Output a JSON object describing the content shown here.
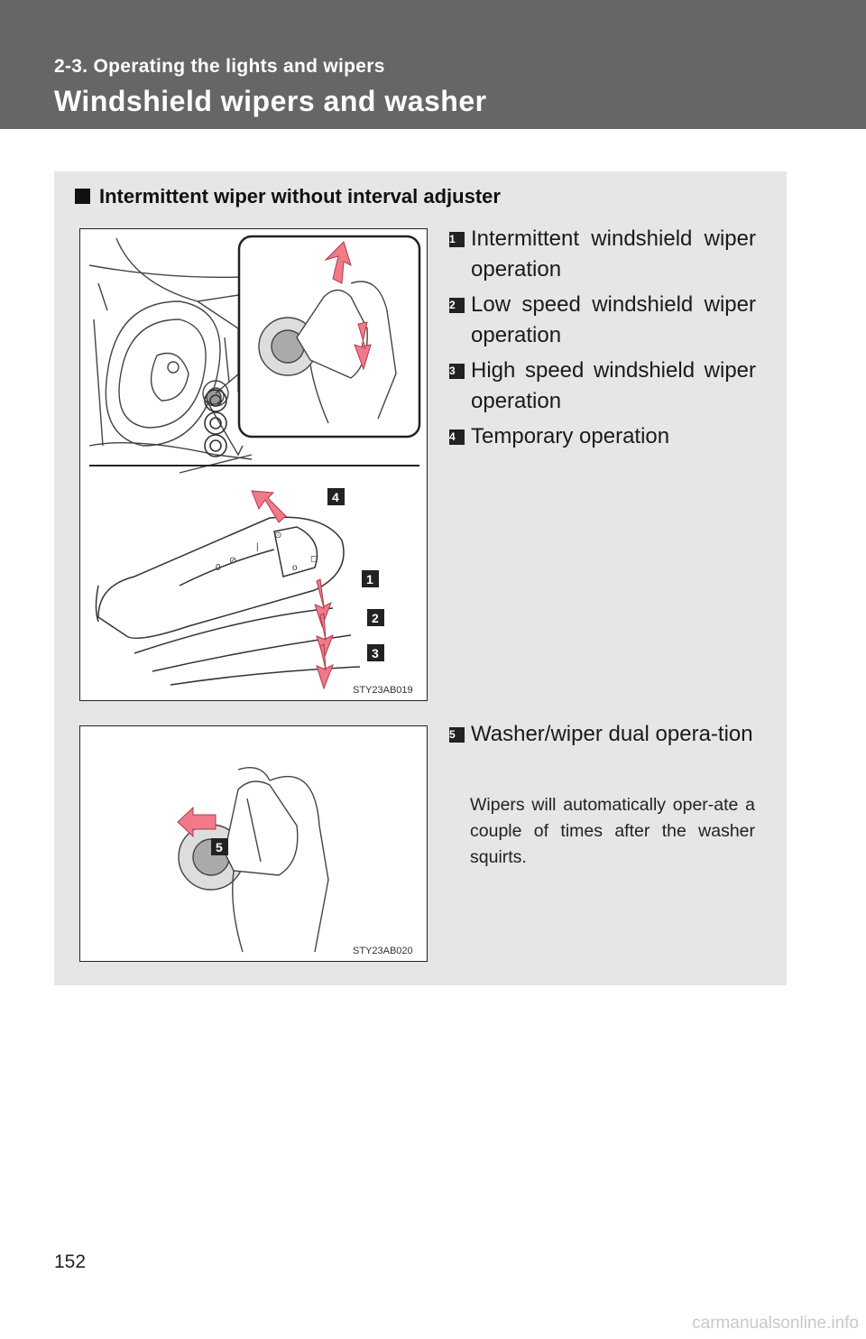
{
  "header": {
    "section": "2-3. Operating the lights and wipers",
    "title": "Windshield wipers and washer"
  },
  "subheading": "Intermittent wiper without interval adjuster",
  "figure1": {
    "code": "STY23AB019",
    "callouts": [
      "4",
      "1",
      "2",
      "3"
    ]
  },
  "items": [
    {
      "num": "1",
      "text": "Intermittent windshield wiper operation"
    },
    {
      "num": "2",
      "text": "Low speed windshield wiper operation"
    },
    {
      "num": "3",
      "text": "High speed windshield wiper operation"
    },
    {
      "num": "4",
      "text": "Temporary operation"
    }
  ],
  "figure2": {
    "code": "STY23AB020",
    "callouts": [
      "5"
    ]
  },
  "item5": {
    "num": "5",
    "text": "Washer/wiper dual opera-tion"
  },
  "note": "Wipers will automatically oper-ate a couple of times after the washer squirts.",
  "page_number": "152",
  "watermark": "carmanualsonline.info",
  "colors": {
    "header": "#666666",
    "panel": "#e6e6e6",
    "arrow": "#f07a8a"
  }
}
